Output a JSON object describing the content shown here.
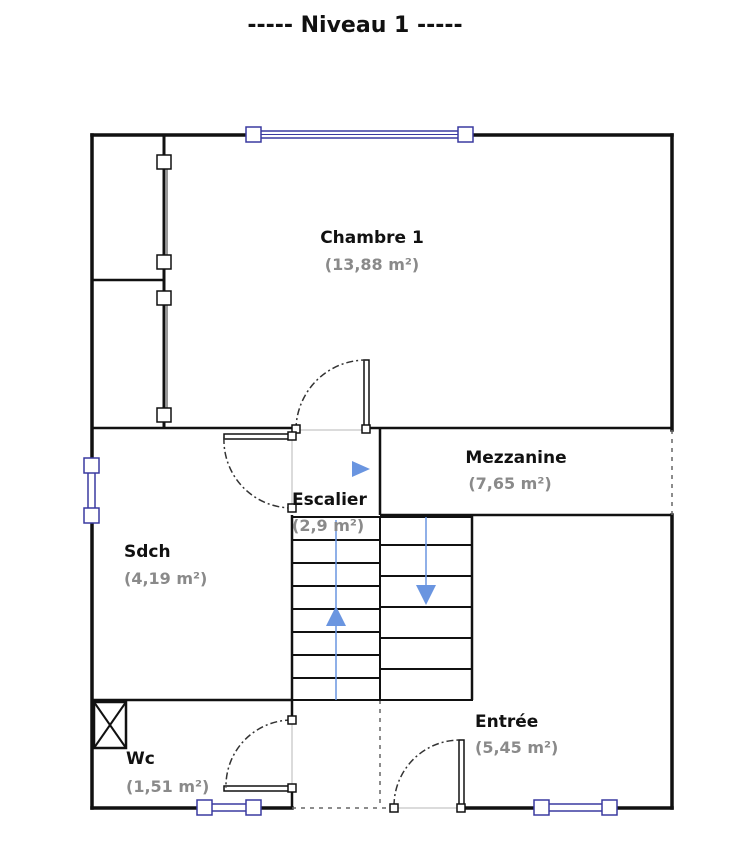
{
  "title": "-----   Niveau 1   -----",
  "rooms": {
    "chambre": {
      "name": "Chambre 1",
      "area": "(13,88 m²)"
    },
    "mezzanine": {
      "name": "Mezzanine",
      "area": "(7,65 m²)"
    },
    "escalier": {
      "name": "Escalier",
      "area": "(2,9 m²)"
    },
    "sdch": {
      "name": "Sdch",
      "area": "(4,19 m²)"
    },
    "wc": {
      "name": "Wc",
      "area": "(1,51 m²)"
    },
    "entree": {
      "name": "Entrée",
      "area": "(5,45 m²)"
    }
  },
  "colors": {
    "wall": "#111111",
    "window": "#3a3aa0",
    "stair_flow": "#6a95e0",
    "area_text": "#8a8a8a"
  }
}
